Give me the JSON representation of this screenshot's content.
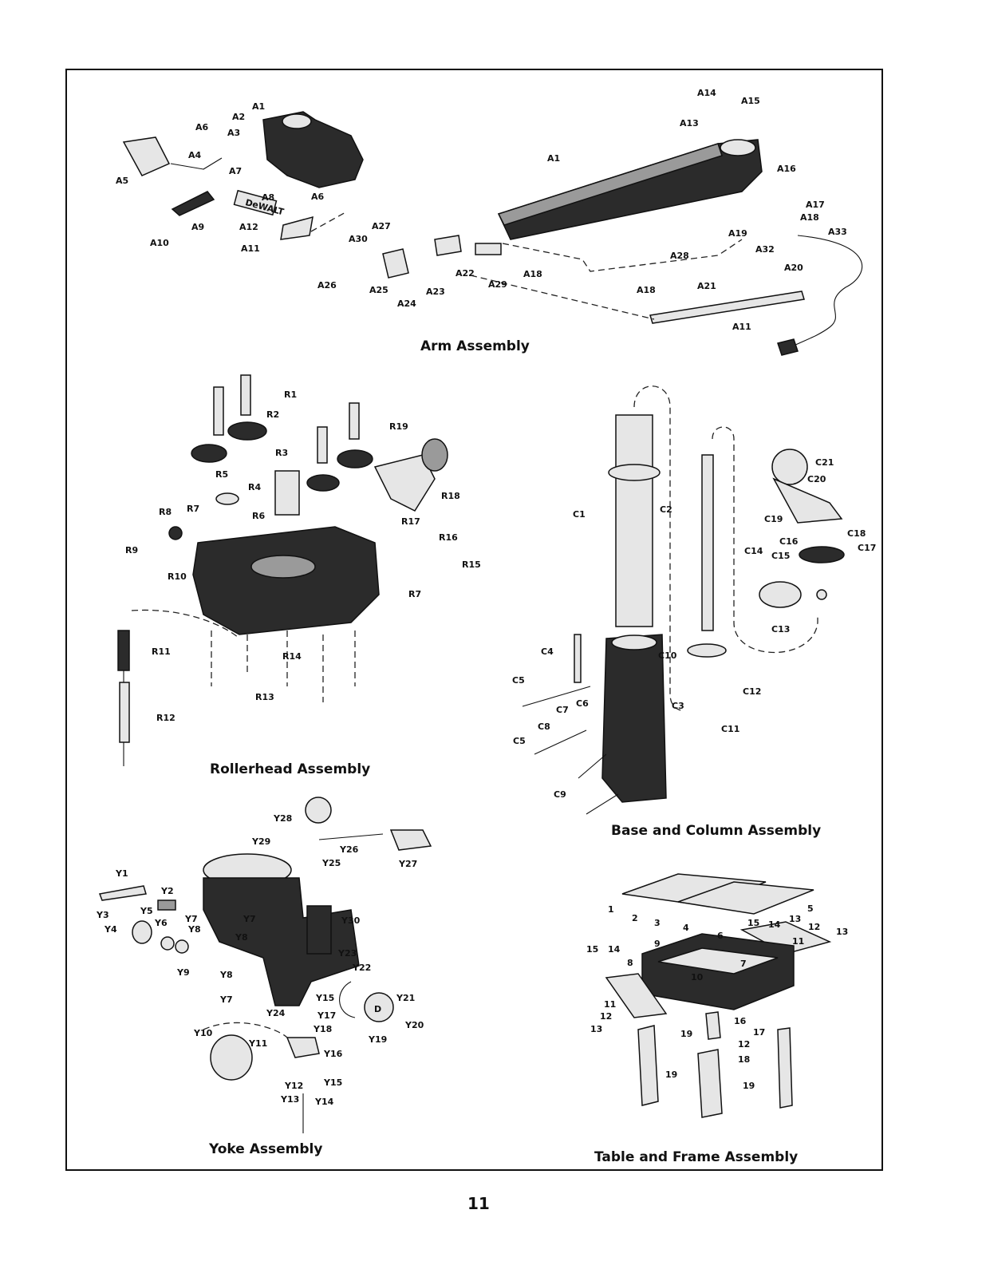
{
  "titles": {
    "arm": "Arm Assembly",
    "rollerhead": "Rollerhead Assembly",
    "base_column": "Base and Column Assembly",
    "yoke": "Yoke Assembly",
    "table_frame": "Table and Frame Assembly"
  },
  "page_number": "11",
  "logo_text": "DeWALT",
  "callouts": {
    "arm": [
      "A1",
      "A2",
      "A3",
      "A4",
      "A5",
      "A6",
      "A6",
      "A7",
      "A8",
      "A9",
      "A10",
      "A11",
      "A12",
      "A1",
      "A13",
      "A14",
      "A15",
      "A16",
      "A17",
      "A18",
      "A19",
      "A33",
      "A32",
      "A20",
      "A28",
      "A18",
      "A21",
      "A11",
      "A27",
      "A30",
      "A26",
      "A25",
      "A24",
      "A23",
      "A22",
      "A29",
      "A18"
    ],
    "rollerhead": [
      "R1",
      "R2",
      "R3",
      "R19",
      "R18",
      "R5",
      "R4",
      "R8",
      "R7",
      "R6",
      "R9",
      "R17",
      "R16",
      "R15",
      "R10",
      "R7",
      "R11",
      "R14",
      "R13",
      "R12"
    ],
    "base_column": [
      "C1",
      "C2",
      "C21",
      "C20",
      "C19",
      "C18",
      "C16",
      "C17",
      "C14",
      "C15",
      "C13",
      "C4",
      "C10",
      "C5",
      "C6",
      "C7",
      "C8",
      "C3",
      "C12",
      "C11",
      "C5",
      "C9"
    ],
    "yoke": [
      "Y28",
      "Y29",
      "Y26",
      "Y27",
      "Y25",
      "Y1",
      "Y2",
      "Y3",
      "Y4",
      "Y5",
      "Y6",
      "Y7",
      "Y8",
      "Y7",
      "Y8",
      "Y30",
      "Y9",
      "Y23",
      "Y22",
      "Y8",
      "Y7",
      "Y15",
      "Y21",
      "Y24",
      "Y17",
      "Y18",
      "Y20",
      "Y19",
      "Y10",
      "Y11",
      "Y16",
      "Y12",
      "Y15",
      "Y13",
      "Y14"
    ],
    "table_frame": [
      "1",
      "2",
      "3",
      "4",
      "5",
      "6",
      "15",
      "14",
      "13",
      "12",
      "11",
      "13",
      "15",
      "14",
      "8",
      "9",
      "7",
      "10",
      "11",
      "12",
      "13",
      "16",
      "17",
      "19",
      "12",
      "18",
      "19",
      "19"
    ]
  }
}
